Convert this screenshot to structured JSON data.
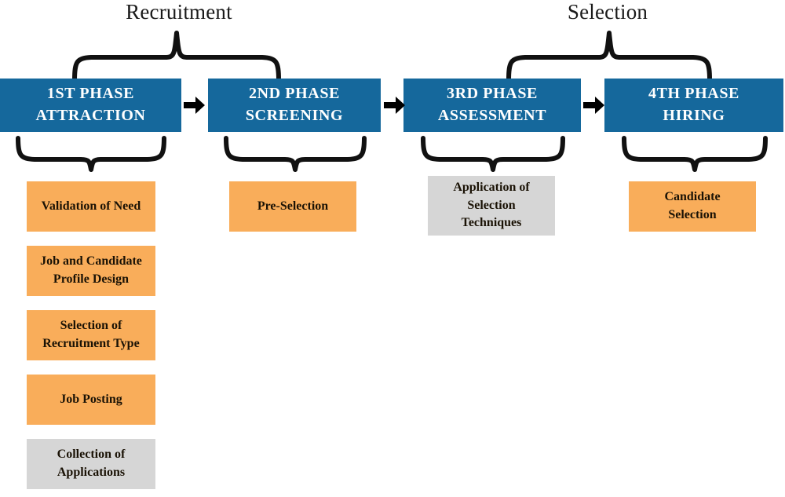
{
  "diagram": {
    "title_hidden": "Recruitment and Selection Process",
    "colors": {
      "phase_blue": "#15689c",
      "task_orange": "#f9ad5a",
      "task_gray": "#d6d6d6",
      "brace_black": "#111111",
      "arrow_black": "#000000",
      "background": "#ffffff"
    },
    "groups": [
      {
        "label": "Recruitment"
      },
      {
        "label": "Selection"
      }
    ],
    "phases": [
      {
        "number": "1ST PHASE",
        "name": "ATTRACTION"
      },
      {
        "number": "2ND PHASE",
        "name": "SCREENING"
      },
      {
        "number": "3RD PHASE",
        "name": "ASSESSMENT"
      },
      {
        "number": "4TH PHASE",
        "name": "HIRING"
      }
    ],
    "arrows": [
      {
        "label": "arrow-1-to-2"
      },
      {
        "label": "arrow-2-to-3"
      },
      {
        "label": "arrow-3-to-4"
      }
    ],
    "tasks": {
      "phase1": [
        {
          "lines": [
            "Validation of Need"
          ],
          "color": "orange"
        },
        {
          "lines": [
            "Job and Candidate",
            "Profile Design"
          ],
          "color": "orange"
        },
        {
          "lines": [
            "Selection of",
            "Recruitment Type"
          ],
          "color": "orange"
        },
        {
          "lines": [
            "Job Posting"
          ],
          "color": "orange"
        },
        {
          "lines": [
            "Collection of",
            "Applications"
          ],
          "color": "gray"
        }
      ],
      "phase2": [
        {
          "lines": [
            "Pre-Selection"
          ],
          "color": "orange"
        }
      ],
      "phase3": [
        {
          "lines": [
            "Application of",
            "Selection",
            "Techniques"
          ],
          "color": "gray"
        }
      ],
      "phase4": [
        {
          "lines": [
            "Candidate",
            "Selection"
          ],
          "color": "orange"
        }
      ]
    }
  }
}
